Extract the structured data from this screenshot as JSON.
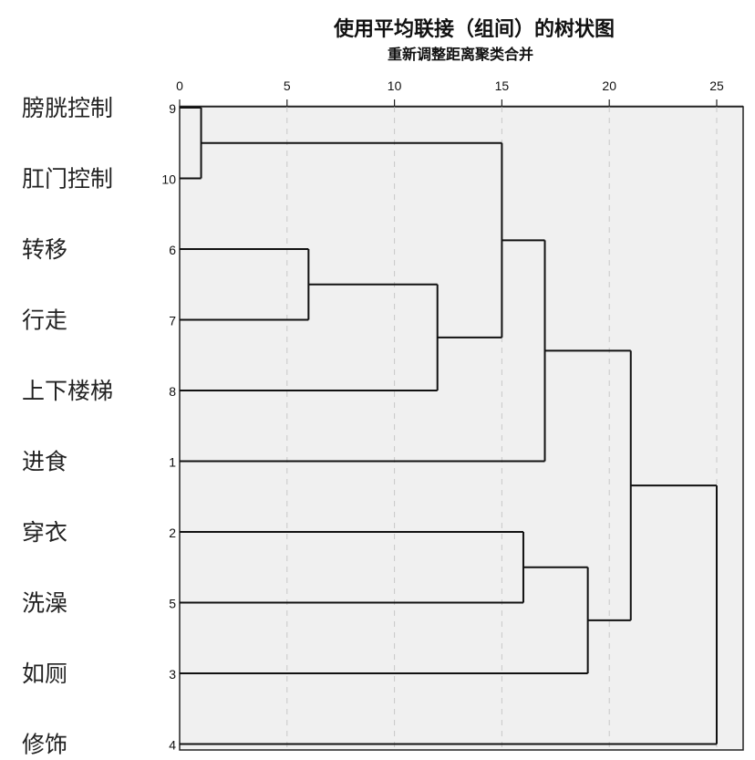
{
  "chart_data": {
    "type": "dendrogram",
    "title": "使用平均联接（组间）的树状图",
    "xlabel": "重新调整距离聚类合并",
    "xlim": [
      0,
      25
    ],
    "xticks": [
      0,
      5,
      10,
      15,
      20,
      25
    ],
    "grid": true,
    "leaves": [
      {
        "id": 9,
        "label": "膀胱控制"
      },
      {
        "id": 10,
        "label": "肛门控制"
      },
      {
        "id": 6,
        "label": "转移"
      },
      {
        "id": 7,
        "label": "行走"
      },
      {
        "id": 8,
        "label": "上下楼梯"
      },
      {
        "id": 1,
        "label": "进食"
      },
      {
        "id": 2,
        "label": "穿衣"
      },
      {
        "id": 5,
        "label": "洗澡"
      },
      {
        "id": 3,
        "label": "如厕"
      },
      {
        "id": 4,
        "label": "修饰"
      }
    ],
    "merges": [
      {
        "name": "A",
        "children": [
          "9",
          "10"
        ],
        "distance": 1.0
      },
      {
        "name": "B",
        "children": [
          "6",
          "7"
        ],
        "distance": 6.0
      },
      {
        "name": "C",
        "children": [
          "B",
          "8"
        ],
        "distance": 12.0
      },
      {
        "name": "D",
        "children": [
          "A",
          "C"
        ],
        "distance": 15.0
      },
      {
        "name": "E",
        "children": [
          "2",
          "5"
        ],
        "distance": 16.0
      },
      {
        "name": "F",
        "children": [
          "D",
          "1"
        ],
        "distance": 17.0
      },
      {
        "name": "G",
        "children": [
          "E",
          "3"
        ],
        "distance": 19.0
      },
      {
        "name": "H",
        "children": [
          "F",
          "G"
        ],
        "distance": 21.0
      },
      {
        "name": "I",
        "children": [
          "H",
          "4"
        ],
        "distance": 25.0
      }
    ]
  }
}
